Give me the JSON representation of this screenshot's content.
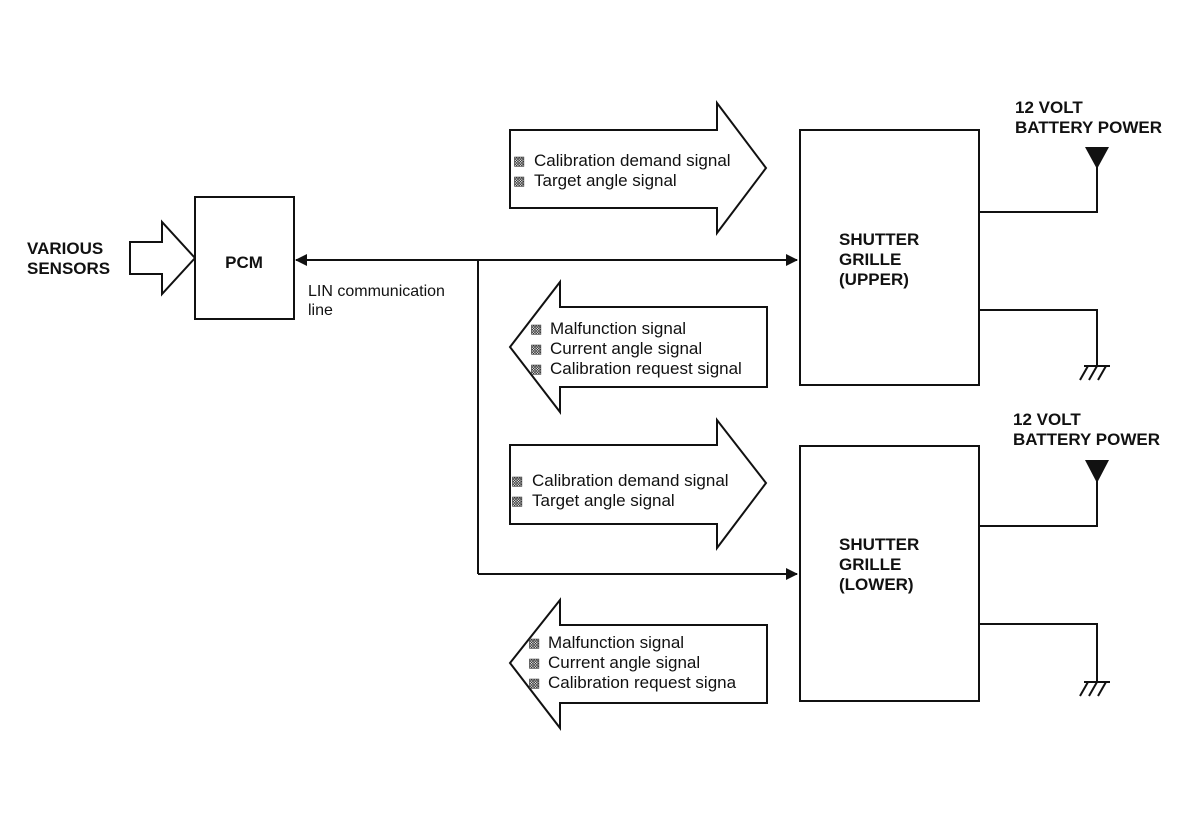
{
  "sensors": {
    "line1": "VARIOUS",
    "line2": "SENSORS"
  },
  "pcm": {
    "label": "PCM"
  },
  "lin": {
    "line1": "LIN communication",
    "line2": "line"
  },
  "upper": {
    "title": [
      "SHUTTER",
      "GRILLE",
      "(UPPER)"
    ],
    "power": [
      "12 VOLT",
      "BATTERY POWER"
    ],
    "out_signals": [
      "Calibration demand signal",
      "Target angle signal"
    ],
    "in_signals": [
      "Malfunction signal",
      "Current angle signal",
      "Calibration request signal"
    ]
  },
  "lower": {
    "title": [
      "SHUTTER",
      "GRILLE",
      "(LOWER)"
    ],
    "power": [
      "12 VOLT",
      "BATTERY POWER"
    ],
    "out_signals": [
      "Calibration demand signal",
      "Target angle signal"
    ],
    "in_signals": [
      "Malfunction signal",
      "Current angle signal",
      "Calibration request signa"
    ]
  },
  "bullet_glyph": "▩"
}
